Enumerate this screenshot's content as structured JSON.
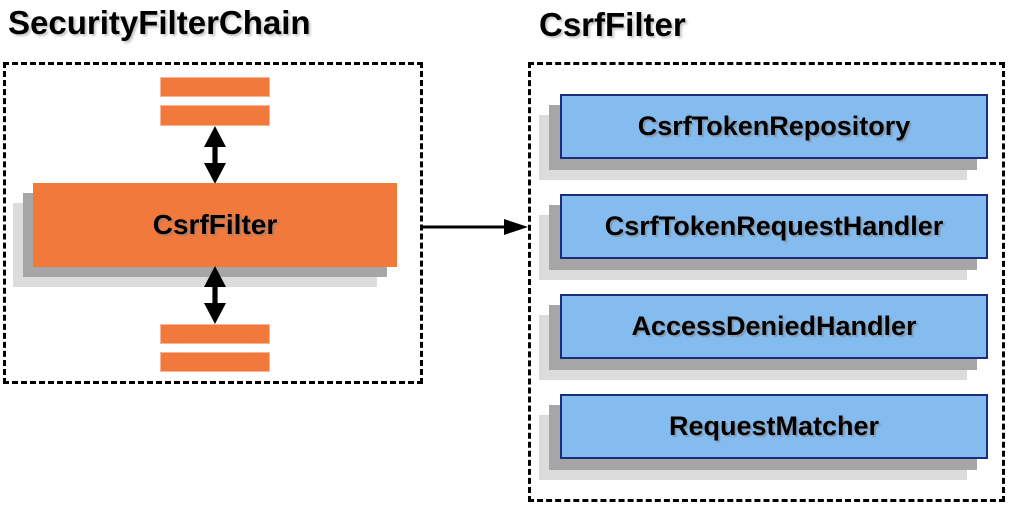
{
  "colors": {
    "orange": "#F2793C",
    "blue_fill": "#85BCF0",
    "blue_border": "#1B2D7E",
    "shadow_dark": "#A6A6A6",
    "shadow_light": "#DCDCDC",
    "arrow": "#000000"
  },
  "left_panel": {
    "title": "SecurityFilterChain",
    "filter_label": "CsrfFilter"
  },
  "right_panel": {
    "title": "CsrfFilter",
    "components": [
      "CsrfTokenRepository",
      "CsrfTokenRequestHandler",
      "AccessDeniedHandler",
      "RequestMatcher"
    ]
  }
}
